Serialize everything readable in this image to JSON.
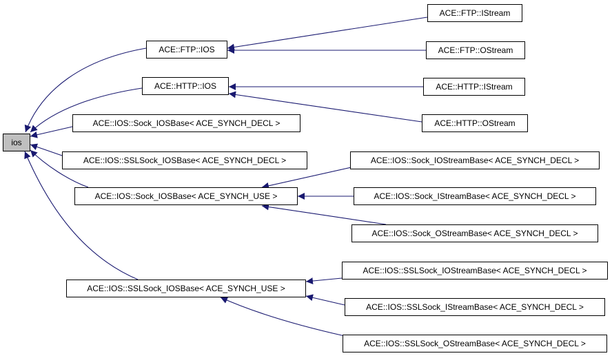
{
  "diagram": {
    "edge_color": "#191970",
    "root": {
      "label": "ios",
      "fill": "#bfbfbf"
    },
    "nodes": {
      "ftp_ios": "ACE::FTP::IOS",
      "ftp_istream": "ACE::FTP::IStream",
      "ftp_ostream": "ACE::FTP::OStream",
      "http_ios": "ACE::HTTP::IOS",
      "http_istream": "ACE::HTTP::IStream",
      "http_ostream": "ACE::HTTP::OStream",
      "sock_iosbase_decl": "ACE::IOS::Sock_IOSBase< ACE_SYNCH_DECL >",
      "sslsock_iosbase_decl": "ACE::IOS::SSLSock_IOSBase< ACE_SYNCH_DECL >",
      "sock_iosbase_use": "ACE::IOS::Sock_IOSBase< ACE_SYNCH_USE >",
      "sock_iostreambase_decl": "ACE::IOS::Sock_IOStreamBase< ACE_SYNCH_DECL >",
      "sock_istreambase_decl": "ACE::IOS::Sock_IStreamBase< ACE_SYNCH_DECL >",
      "sock_ostreambase_decl": "ACE::IOS::Sock_OStreamBase< ACE_SYNCH_DECL >",
      "sslsock_iosbase_use": "ACE::IOS::SSLSock_IOSBase< ACE_SYNCH_USE >",
      "sslsock_iostreambase_decl": "ACE::IOS::SSLSock_IOStreamBase< ACE_SYNCH_DECL >",
      "sslsock_istreambase_decl": "ACE::IOS::SSLSock_IStreamBase< ACE_SYNCH_DECL >",
      "sslsock_ostreambase_decl": "ACE::IOS::SSLSock_OStreamBase< ACE_SYNCH_DECL >"
    },
    "edges": [
      [
        "ftp_ios",
        "root"
      ],
      [
        "http_ios",
        "root"
      ],
      [
        "sock_iosbase_decl",
        "root"
      ],
      [
        "sslsock_iosbase_decl",
        "root"
      ],
      [
        "sock_iosbase_use",
        "root"
      ],
      [
        "sslsock_iosbase_use",
        "root"
      ],
      [
        "ftp_istream",
        "ftp_ios"
      ],
      [
        "ftp_ostream",
        "ftp_ios"
      ],
      [
        "http_istream",
        "http_ios"
      ],
      [
        "http_ostream",
        "http_ios"
      ],
      [
        "sock_iostreambase_decl",
        "sock_iosbase_use"
      ],
      [
        "sock_istreambase_decl",
        "sock_iosbase_use"
      ],
      [
        "sock_ostreambase_decl",
        "sock_iosbase_use"
      ],
      [
        "sslsock_iostreambase_decl",
        "sslsock_iosbase_use"
      ],
      [
        "sslsock_istreambase_decl",
        "sslsock_iosbase_use"
      ],
      [
        "sslsock_ostreambase_decl",
        "sslsock_iosbase_use"
      ]
    ]
  }
}
